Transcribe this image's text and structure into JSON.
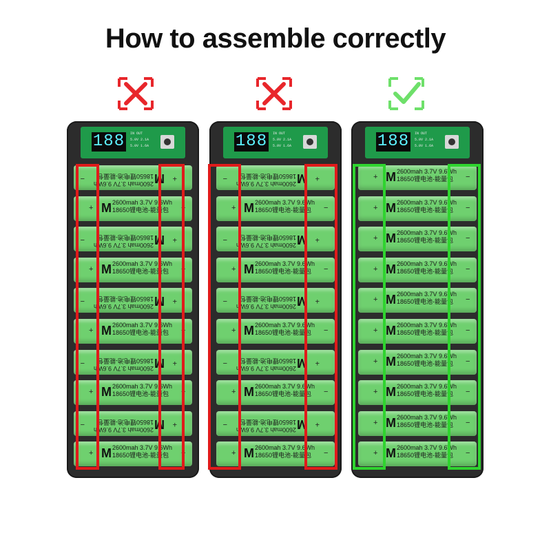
{
  "title": "How to assemble correctly",
  "marks": [
    {
      "type": "wrong",
      "color": "#e8262b",
      "icon": "x-mark-icon"
    },
    {
      "type": "wrong",
      "color": "#e8262b",
      "icon": "x-mark-icon"
    },
    {
      "type": "correct",
      "color": "#6ee06a",
      "icon": "check-mark-icon"
    }
  ],
  "pcb": {
    "display": "188",
    "line1": "IN OUT",
    "line2": "5.0V 2.1A",
    "line3": "5.0V 1.6A"
  },
  "battery": {
    "brand": "M",
    "line1": "2600mah  3.7V  9.6Wh",
    "line2": "18650锂电池-能量包",
    "plus": "+",
    "minus": "−"
  },
  "colors": {
    "wrong_frame": "#e01b1b",
    "correct_frame": "#2fd42f",
    "cell_green": "#6fd06f",
    "case": "#2c2c2c"
  }
}
